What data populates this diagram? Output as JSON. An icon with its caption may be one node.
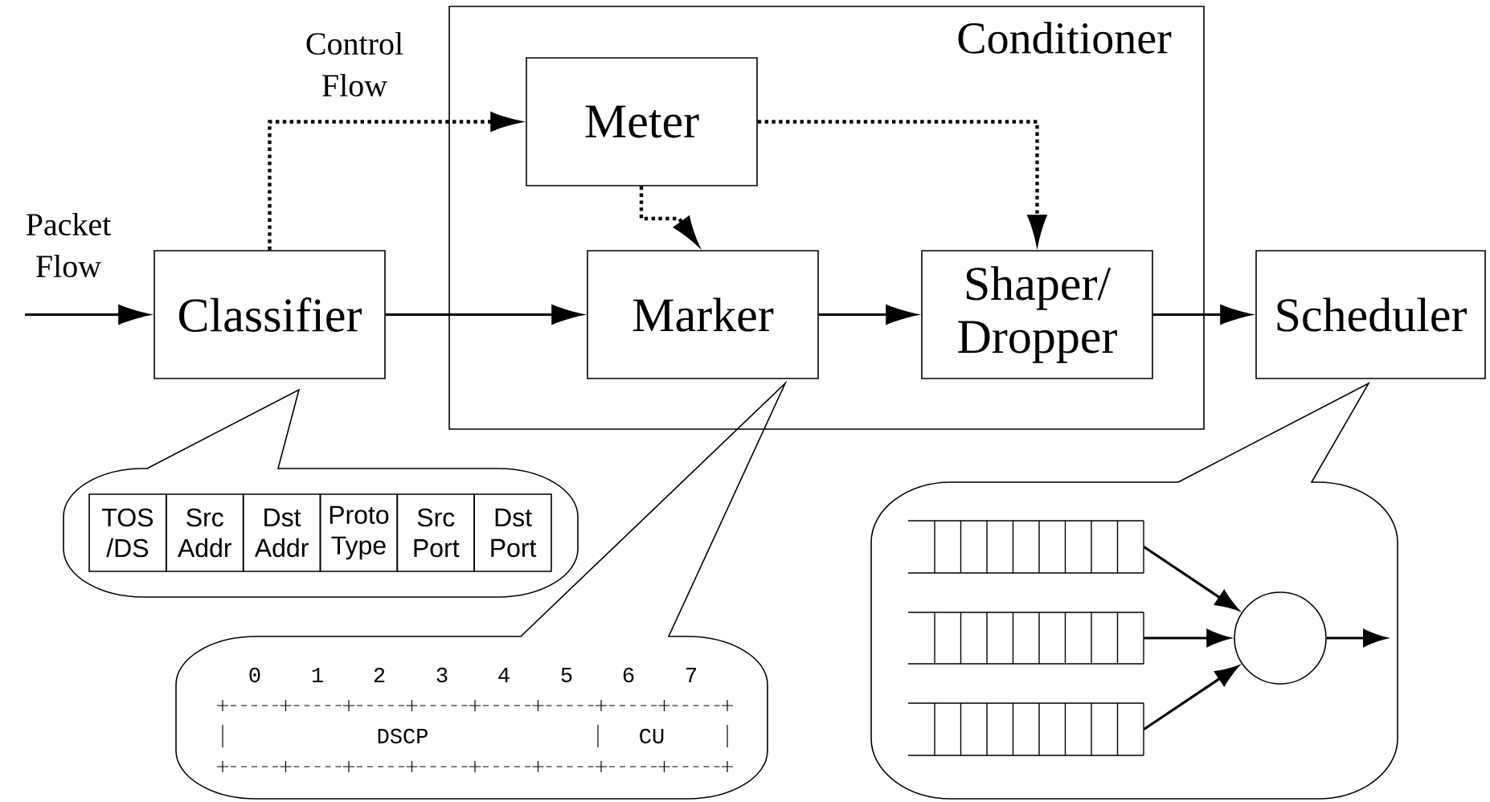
{
  "diagram": {
    "nodes": [
      {
        "text": [
          "Conditioner"
        ]
      },
      {
        "text": [
          "Classifier"
        ]
      },
      {
        "text": [
          "Meter"
        ],
        "in": 0
      },
      {
        "text": [
          "Marker"
        ],
        "in": 0
      },
      {
        "text": [
          "Shaper/ Dropper"
        ],
        "in": 0
      },
      {
        "text": [
          "Scheduler"
        ]
      },
      {
        "text": [
          "TOS /DS",
          "Src Addr",
          "Dst Addr",
          "Proto Type",
          "Src Port",
          "Dst Port"
        ]
      },
      {
        "text": [
          "0",
          "1",
          "2",
          "3",
          "4",
          "5",
          "6",
          "7",
          "DSCP",
          "CU"
        ]
      },
      {
        "text": [],
        "shape": "callout"
      },
      {
        "text": [],
        "shape": "queue",
        "in": 8
      },
      {
        "text": [],
        "shape": "queue",
        "in": 8
      },
      {
        "text": [],
        "shape": "queue",
        "in": 8
      },
      {
        "text": [],
        "shape": "circle",
        "in": 8
      }
    ],
    "edges": [
      {
        "from": null,
        "to": 1,
        "arrow": "to"
      },
      {
        "from": 1,
        "to": 3,
        "arrow": "to"
      },
      {
        "from": 1,
        "to": 2,
        "arrow": "to",
        "style": "dashed"
      },
      {
        "from": 2,
        "to": 3,
        "arrow": "to",
        "style": "dashed"
      },
      {
        "from": 2,
        "to": 4,
        "arrow": "to",
        "style": "dashed"
      },
      {
        "from": 3,
        "to": 4,
        "arrow": "to"
      },
      {
        "from": 4,
        "to": 5,
        "arrow": "to"
      },
      {
        "from": 9,
        "to": 12,
        "arrow": "to"
      },
      {
        "from": 10,
        "to": 12,
        "arrow": "to"
      },
      {
        "from": 11,
        "to": 12,
        "arrow": "to"
      },
      {
        "from": 12,
        "to": null,
        "arrow": "to"
      }
    ],
    "labels": [
      "Packet Flow",
      "Control Flow"
    ]
  }
}
